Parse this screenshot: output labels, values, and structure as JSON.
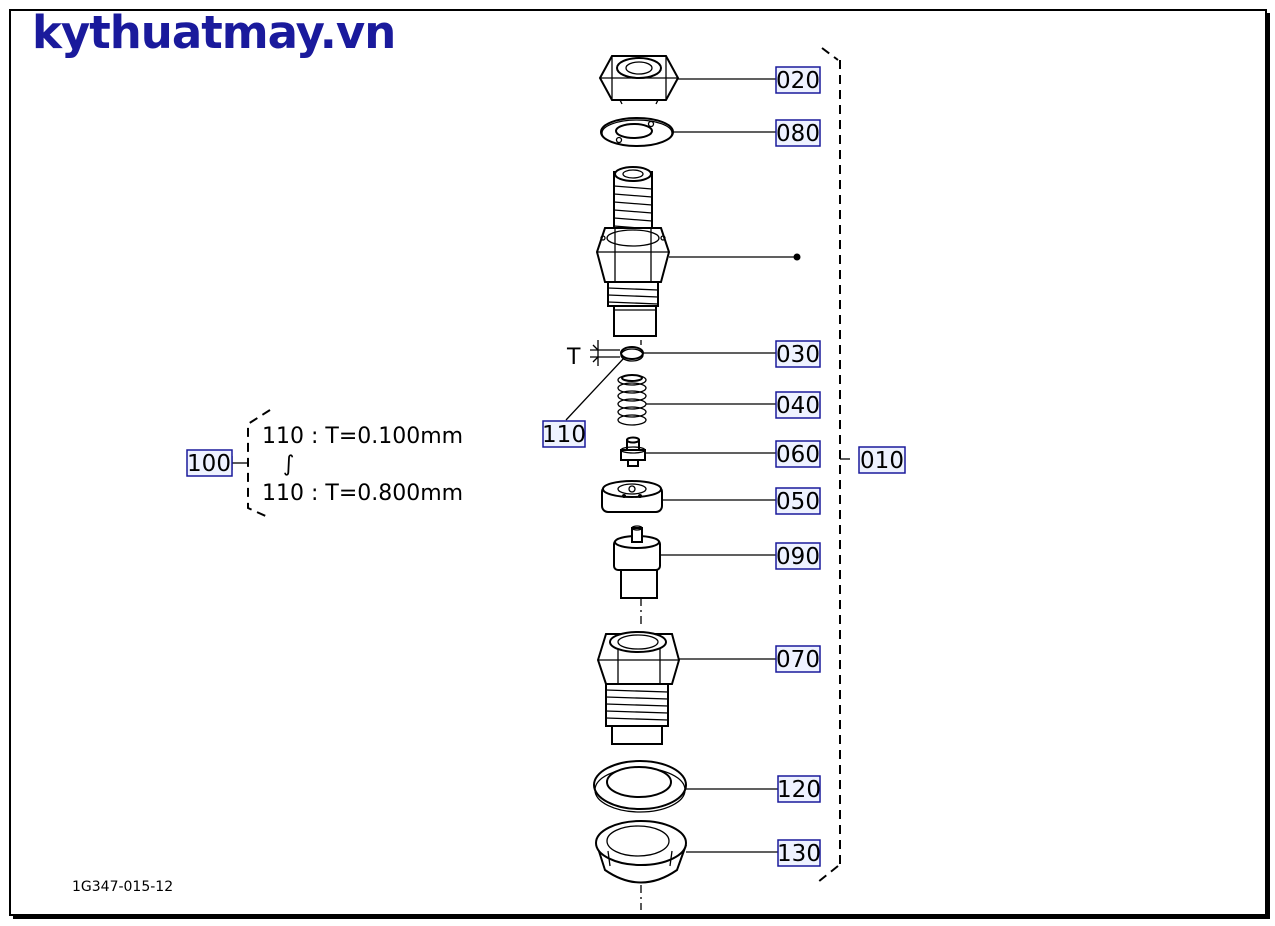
{
  "brand": {
    "text": "kythuatmay.vn",
    "color": "#1a1a9c"
  },
  "drawing_code": "1G347-015-12",
  "callouts": {
    "p020": "020",
    "p080": "080",
    "p030": "030",
    "p040": "040",
    "p060": "060",
    "p050": "050",
    "p090": "090",
    "p070": "070",
    "p120": "120",
    "p130": "130",
    "p110": "110",
    "p010": "010",
    "p100": "100"
  },
  "thickness_label": "T",
  "shim_range": {
    "min": "110 : T=0.100mm",
    "tilde": "∫",
    "max": "110 : T=0.800mm"
  },
  "colors": {
    "label_box_border": "#1a1a9c",
    "label_box_fill": "#eef2ff",
    "line": "#000000"
  }
}
